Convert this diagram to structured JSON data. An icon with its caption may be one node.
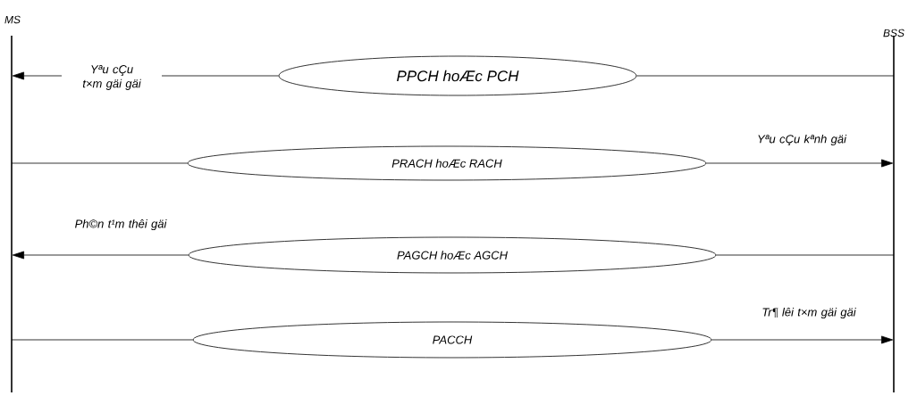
{
  "diagram": {
    "nodes": [
      {
        "text": [
          "MS"
        ]
      },
      {
        "text": [
          "BSS"
        ]
      },
      {
        "text": [
          "PPCH hoÆc PCH"
        ]
      },
      {
        "text": [
          "PRACH hoÆc RACH"
        ]
      },
      {
        "text": [
          "PAGCH hoÆc AGCH"
        ]
      },
      {
        "text": [
          "PACCH"
        ]
      }
    ],
    "edges": [
      {
        "from": 1,
        "to": 2,
        "arrow": "none"
      },
      {
        "from": 2,
        "to": 0,
        "arrow": "to",
        "label": "Yªu cÇu t×m gäi gäi"
      },
      {
        "from": 0,
        "to": 3,
        "arrow": "none"
      },
      {
        "from": 3,
        "to": 1,
        "arrow": "to",
        "label": "Yªu cÇu kªnh gäi"
      },
      {
        "from": 4,
        "to": 0,
        "arrow": "to",
        "label": "Ph©n t¹m thêi gäi"
      },
      {
        "from": 1,
        "to": 4,
        "arrow": "none"
      },
      {
        "from": 0,
        "to": 5,
        "arrow": "none"
      },
      {
        "from": 5,
        "to": 1,
        "arrow": "to",
        "label": "Tr¶ lêi t×m gäi gäi"
      }
    ]
  }
}
